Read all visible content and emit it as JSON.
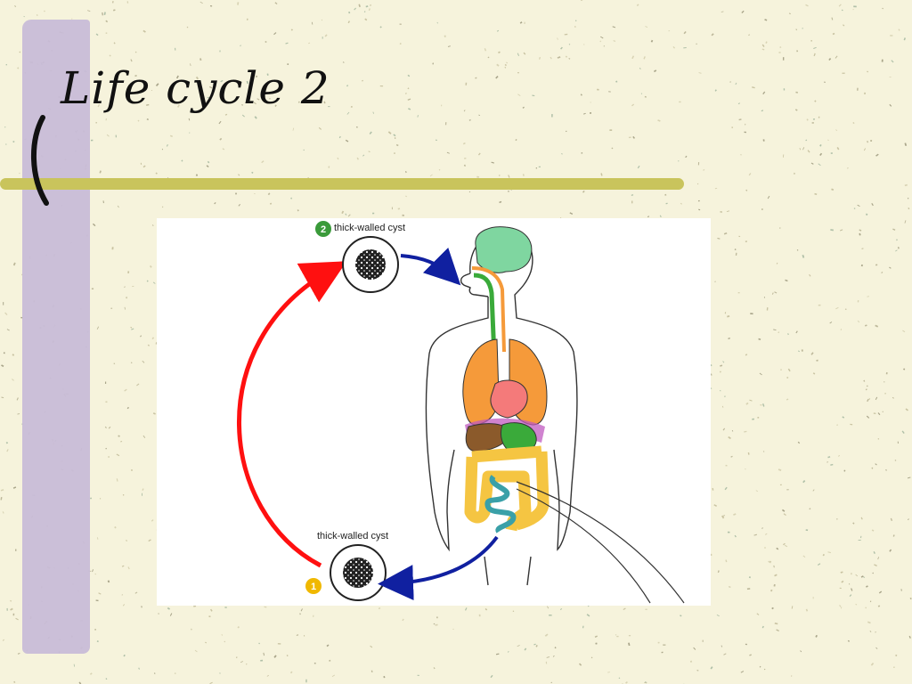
{
  "slide": {
    "title": "Life cycle 2"
  },
  "diagram": {
    "top_stage": {
      "number": "2",
      "label": "thick-walled cyst",
      "badge_color": "#3a9a3a"
    },
    "bottom_stage": {
      "number": "1",
      "label": "thick-walled cyst",
      "badge_color": "#f0b800"
    },
    "colors": {
      "cycle_arc": "#ff1010",
      "arrows": "#1020a0",
      "brain": "#7fd6a0",
      "lungs": "#f59a3a",
      "heart": "#f47a7a",
      "liver": "#8b5a2b",
      "stomach": "#3aaa3a",
      "large_intestine": "#f5c542",
      "small_intestine": "#3aa0a8",
      "diaphragm": "#c05ac0"
    }
  }
}
